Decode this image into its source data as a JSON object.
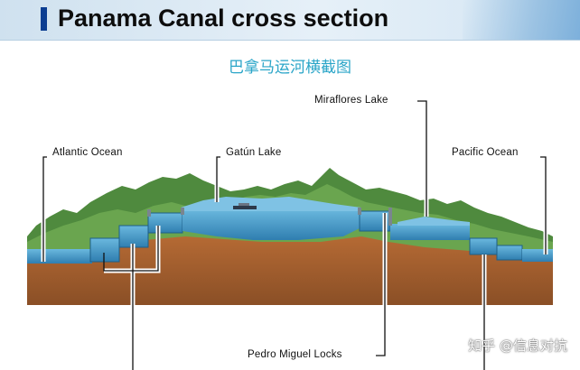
{
  "header": {
    "title": "Panama Canal cross section"
  },
  "subtitle": "巴拿马运河横截图",
  "labels": {
    "atlantic": "Atlantic Ocean",
    "gatun": "Gatún Lake",
    "miraflores": "Miraflores Lake",
    "pacific": "Pacific Ocean",
    "pedro_miguel": "Pedro Miguel Locks"
  },
  "watermark": "知乎 @信息对抗",
  "colors": {
    "water": "#4aa0cc",
    "water_dark": "#2f7eb0",
    "earth": "#a8612f",
    "earth_dark": "#7a4522",
    "hills": "#4f8a3e"
  }
}
